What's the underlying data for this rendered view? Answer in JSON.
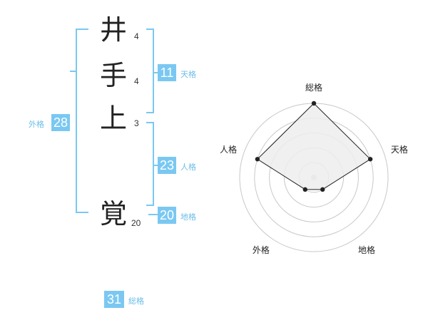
{
  "name": {
    "chars": [
      {
        "char": "井",
        "strokes": "4"
      },
      {
        "char": "手",
        "strokes": "4"
      },
      {
        "char": "上",
        "strokes": "3"
      },
      {
        "char": "覚",
        "strokes": "20"
      }
    ]
  },
  "kaku": {
    "tenkaku": {
      "value": "11",
      "label": "天格"
    },
    "jinkaku": {
      "value": "23",
      "label": "人格"
    },
    "chikaku": {
      "value": "20",
      "label": "地格"
    },
    "gaikaku": {
      "value": "28",
      "label": "外格"
    },
    "soukaku": {
      "value": "31",
      "label": "総格"
    }
  },
  "chart_data": {
    "type": "radar",
    "axes": [
      "総格",
      "天格",
      "地格",
      "外格",
      "人格"
    ],
    "max": 5,
    "rings": 5,
    "values": [
      5,
      4,
      1,
      1,
      4
    ],
    "colors": {
      "fill": "#ededed",
      "line": "#222222",
      "grid": "#c8c8c8",
      "accent": "#7ac8f2"
    }
  }
}
